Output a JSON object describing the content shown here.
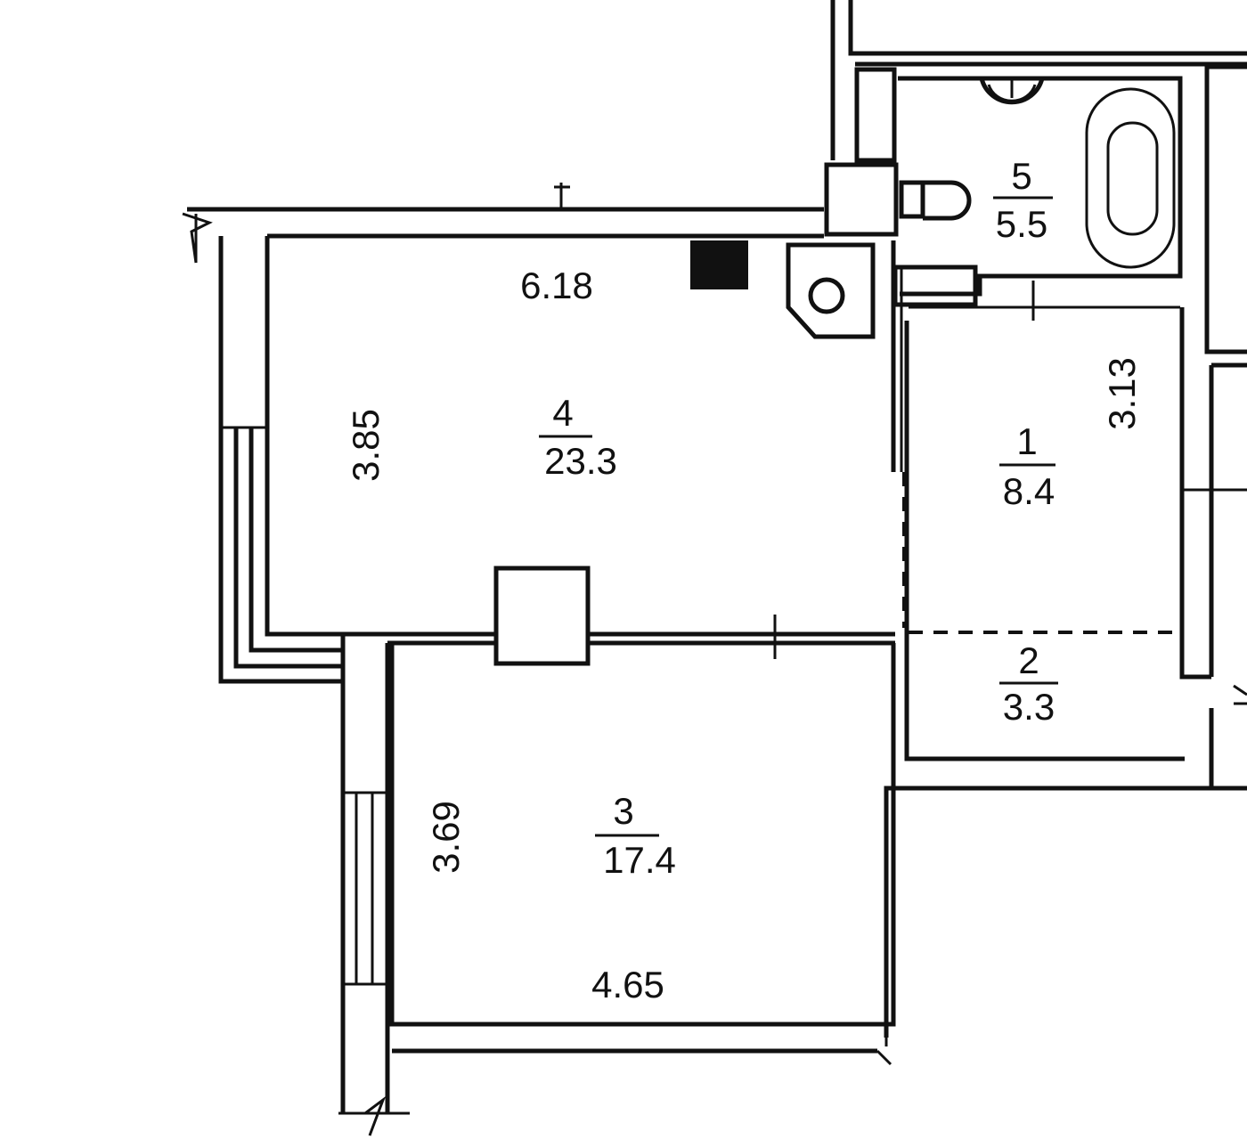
{
  "rooms": [
    {
      "number": "1",
      "area": "8.4"
    },
    {
      "number": "2",
      "area": "3.3"
    },
    {
      "number": "3",
      "area": "17.4"
    },
    {
      "number": "4",
      "area": "23.3"
    },
    {
      "number": "5",
      "area": "5.5"
    }
  ],
  "dimensions": {
    "room4_width": "6.18",
    "room4_depth": "3.85",
    "room1_depth": "3.13",
    "room3_depth": "3.69",
    "room3_width": "4.65"
  }
}
